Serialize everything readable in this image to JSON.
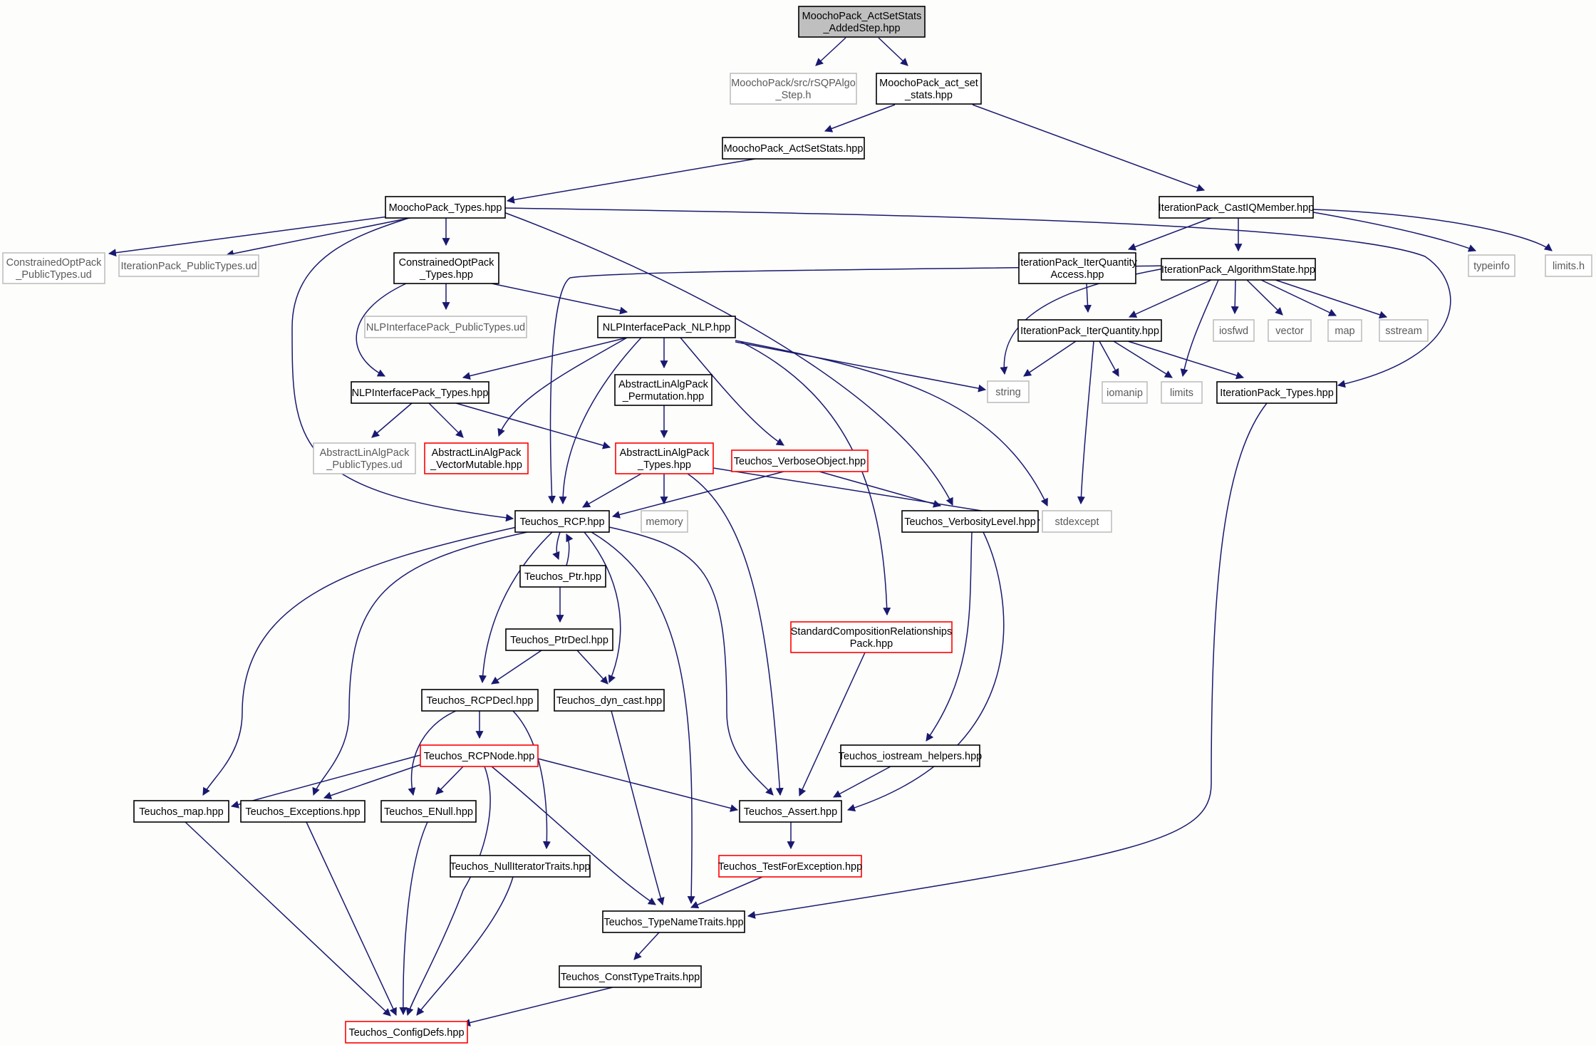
{
  "colors": {
    "edge": "#191970",
    "normal_border": "#000000",
    "root_fill": "#bfbfbf",
    "red_border": "#ff0000",
    "ext_border": "#bfbfbf",
    "ext_text": "#5a5a5a",
    "background": "#fdfdfb"
  },
  "nodes": {
    "root": {
      "lines": [
        "MoochoPack_ActSetStats",
        "_AddedStep.hpp"
      ],
      "kind": "root"
    },
    "rsqp": {
      "lines": [
        "MoochoPack/src/rSQPAlgo",
        "_Step.h"
      ],
      "kind": "ext"
    },
    "actset": {
      "lines": [
        "MoochoPack_act_set",
        "_stats.hpp"
      ],
      "kind": "normal"
    },
    "actsetstats": {
      "lines": [
        "MoochoPack_ActSetStats.hpp"
      ],
      "kind": "normal"
    },
    "mtypes": {
      "lines": [
        "MoochoPack_Types.hpp"
      ],
      "kind": "normal"
    },
    "castiq": {
      "lines": [
        "IterationPack_CastIQMember.hpp"
      ],
      "kind": "normal"
    },
    "copub": {
      "lines": [
        "ConstrainedOptPack",
        "_PublicTypes.ud"
      ],
      "kind": "ext"
    },
    "ippub": {
      "lines": [
        "IterationPack_PublicTypes.ud"
      ],
      "kind": "ext"
    },
    "cotypes": {
      "lines": [
        "ConstrainedOptPack",
        "_Types.hpp"
      ],
      "kind": "normal"
    },
    "iqaccess": {
      "lines": [
        "IterationPack_IterQuantity",
        "Access.hpp"
      ],
      "kind": "normal"
    },
    "algstate": {
      "lines": [
        "IterationPack_AlgorithmState.hpp"
      ],
      "kind": "normal"
    },
    "typeinfo": {
      "lines": [
        "typeinfo"
      ],
      "kind": "ext"
    },
    "limitsh": {
      "lines": [
        "limits.h"
      ],
      "kind": "ext"
    },
    "nlppub": {
      "lines": [
        "NLPInterfacePack_PublicTypes.ud"
      ],
      "kind": "ext"
    },
    "nlp": {
      "lines": [
        "NLPInterfacePack_NLP.hpp"
      ],
      "kind": "normal"
    },
    "iterq": {
      "lines": [
        "IterationPack_IterQuantity.hpp"
      ],
      "kind": "normal"
    },
    "iosfwd": {
      "lines": [
        "iosfwd"
      ],
      "kind": "ext"
    },
    "vector": {
      "lines": [
        "vector"
      ],
      "kind": "ext"
    },
    "map": {
      "lines": [
        "map"
      ],
      "kind": "ext"
    },
    "sstream": {
      "lines": [
        "sstream"
      ],
      "kind": "ext"
    },
    "nlptypes": {
      "lines": [
        "NLPInterfacePack_Types.hpp"
      ],
      "kind": "normal"
    },
    "perm": {
      "lines": [
        "AbstractLinAlgPack",
        "_Permutation.hpp"
      ],
      "kind": "normal"
    },
    "string": {
      "lines": [
        "string"
      ],
      "kind": "ext"
    },
    "iomanip": {
      "lines": [
        "iomanip"
      ],
      "kind": "ext"
    },
    "limits": {
      "lines": [
        "limits"
      ],
      "kind": "ext"
    },
    "iptypes": {
      "lines": [
        "IterationPack_Types.hpp"
      ],
      "kind": "normal"
    },
    "alapub": {
      "lines": [
        "AbstractLinAlgPack",
        "_PublicTypes.ud"
      ],
      "kind": "ext"
    },
    "vecmut": {
      "lines": [
        "AbstractLinAlgPack",
        "_VectorMutable.hpp"
      ],
      "kind": "red"
    },
    "alatypes": {
      "lines": [
        "AbstractLinAlgPack",
        "_Types.hpp"
      ],
      "kind": "red"
    },
    "verbose": {
      "lines": [
        "Teuchos_VerboseObject.hpp"
      ],
      "kind": "red"
    },
    "rcp": {
      "lines": [
        "Teuchos_RCP.hpp"
      ],
      "kind": "normal"
    },
    "memory": {
      "lines": [
        "memory"
      ],
      "kind": "ext"
    },
    "verblevel": {
      "lines": [
        "Teuchos_VerbosityLevel.hpp"
      ],
      "kind": "normal"
    },
    "stdexcept": {
      "lines": [
        "stdexcept"
      ],
      "kind": "ext"
    },
    "ptr": {
      "lines": [
        "Teuchos_Ptr.hpp"
      ],
      "kind": "normal"
    },
    "scrp": {
      "lines": [
        "StandardCompositionRelationships",
        "Pack.hpp"
      ],
      "kind": "red"
    },
    "ptrdecl": {
      "lines": [
        "Teuchos_PtrDecl.hpp"
      ],
      "kind": "normal"
    },
    "rcpdecl": {
      "lines": [
        "Teuchos_RCPDecl.hpp"
      ],
      "kind": "normal"
    },
    "dyncast": {
      "lines": [
        "Teuchos_dyn_cast.hpp"
      ],
      "kind": "normal"
    },
    "iohelp": {
      "lines": [
        "Teuchos_iostream_helpers.hpp"
      ],
      "kind": "normal"
    },
    "rcpnode": {
      "lines": [
        "Teuchos_RCPNode.hpp"
      ],
      "kind": "red"
    },
    "tmap": {
      "lines": [
        "Teuchos_map.hpp"
      ],
      "kind": "normal"
    },
    "exc": {
      "lines": [
        "Teuchos_Exceptions.hpp"
      ],
      "kind": "normal"
    },
    "enull": {
      "lines": [
        "Teuchos_ENull.hpp"
      ],
      "kind": "normal"
    },
    "assert": {
      "lines": [
        "Teuchos_Assert.hpp"
      ],
      "kind": "normal"
    },
    "nullit": {
      "lines": [
        "Teuchos_NullIteratorTraits.hpp"
      ],
      "kind": "normal"
    },
    "testexc": {
      "lines": [
        "Teuchos_TestForException.hpp"
      ],
      "kind": "red"
    },
    "tnt": {
      "lines": [
        "Teuchos_TypeNameTraits.hpp"
      ],
      "kind": "normal"
    },
    "ctt": {
      "lines": [
        "Teuchos_ConstTypeTraits.hpp"
      ],
      "kind": "normal"
    },
    "config": {
      "lines": [
        "Teuchos_ConfigDefs.hpp"
      ],
      "kind": "red"
    }
  }
}
